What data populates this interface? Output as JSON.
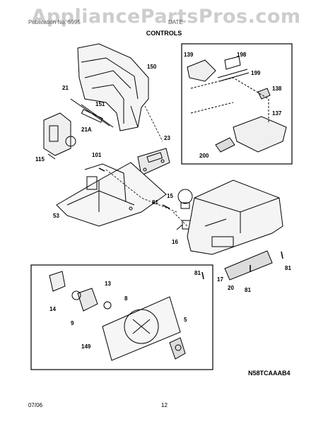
{
  "watermark": "AppliancePartsPros.com",
  "header": {
    "left_text": "Publication No. 5995",
    "right_text": "DATE"
  },
  "title": "CONTROLS",
  "callouts": [
    "150",
    "21",
    "151",
    "139",
    "198",
    "199",
    "138",
    "137",
    "200",
    "21A",
    "23",
    "101",
    "115",
    "15",
    "81",
    "53",
    "16",
    "17",
    "20",
    "81",
    "81",
    "81",
    "13",
    "8",
    "14",
    "9",
    "5",
    "149"
  ],
  "diagram_code": "N58TCAAAB4",
  "footer": {
    "date": "07/06",
    "page": "12"
  }
}
